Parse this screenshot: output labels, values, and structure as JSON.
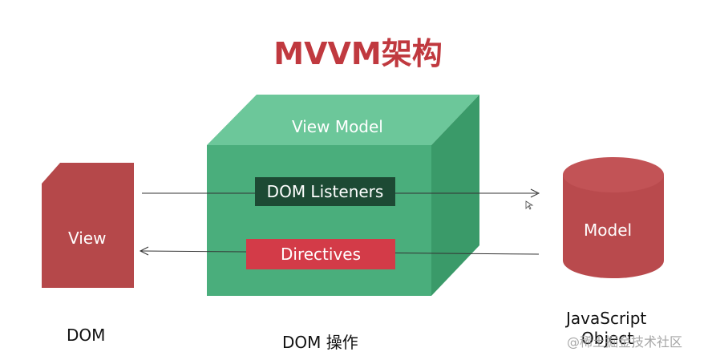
{
  "title": "MVVM架构",
  "view_model": {
    "label": "View Model"
  },
  "listeners": {
    "label": "DOM Listeners"
  },
  "directives": {
    "label": "Directives"
  },
  "view": {
    "label": "View",
    "caption": "DOM"
  },
  "model": {
    "label": "Model",
    "caption_line1": "JavaScript",
    "caption_line2": "Object"
  },
  "dom_ops_caption": "DOM 操作",
  "watermark": "@稀土掘金技术社区",
  "colors": {
    "title": "#c0393f",
    "cube_front": "#4aae7c",
    "cube_top": "#6cc79a",
    "cube_side": "#3a9a69",
    "listeners_box": "#1d4a34",
    "directives_box": "#d33b48",
    "view_card": "#b5484a",
    "model_cylinder": "#b94a4d"
  }
}
